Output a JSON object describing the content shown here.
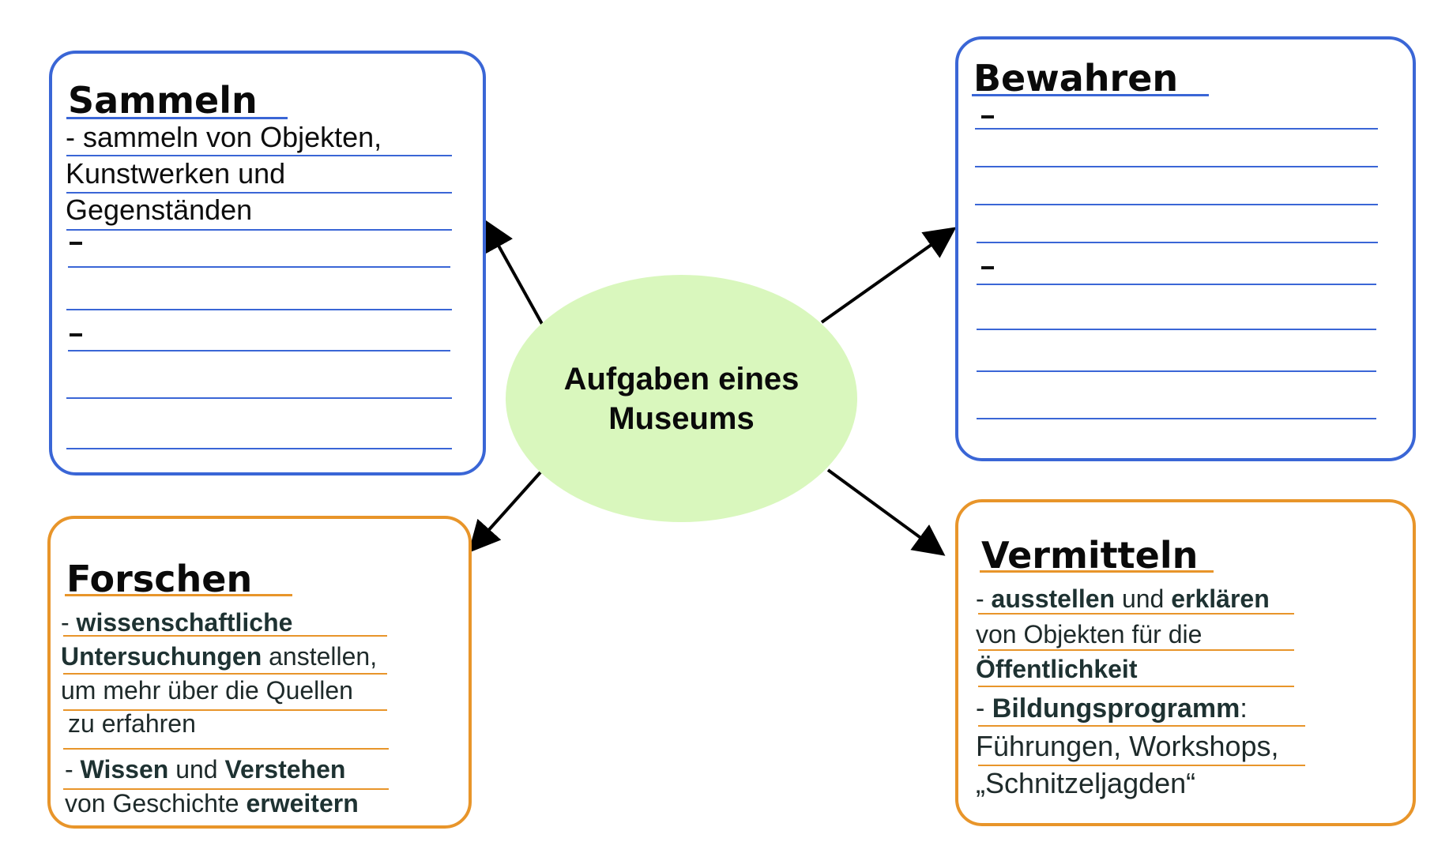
{
  "center": {
    "text": "Aufgaben eines Museums"
  },
  "sammeln": {
    "title": "Sammeln",
    "line1": "- sammeln von Objekten,",
    "line2": "Kunstwerken und",
    "line3": "Gegenständen"
  },
  "bewahren": {
    "title": "Bewahren"
  },
  "forschen": {
    "title": "Forschen",
    "l1_a": "- ",
    "l1_b": "wissenschaftliche",
    "l2_a": "Untersuchungen",
    "l2_b": " anstellen,",
    "l3": "um mehr über die Quellen",
    "l4": "zu erfahren",
    "l5_a": "- ",
    "l5_b": "Wissen",
    "l5_c": " und ",
    "l5_d": "Verstehen",
    "l6_a": "von Geschichte ",
    "l6_b": "erweitern"
  },
  "vermitteln": {
    "title": "Vermitteln",
    "l1_a": "- ",
    "l1_b": "ausstellen",
    "l1_c": " und ",
    "l1_d": "erklären",
    "l2": "von Objekten für die",
    "l3": "Öffentlichkeit",
    "l4_a": "- ",
    "l4_b": "Bildungsprogramm",
    "l4_c": ":",
    "l5": "Führungen, Workshops,",
    "l6": "„Schnitzeljagden“"
  },
  "colors": {
    "blue": "#3a66d6",
    "orange": "#e8952a",
    "ellipse": "#d9f7bd"
  }
}
